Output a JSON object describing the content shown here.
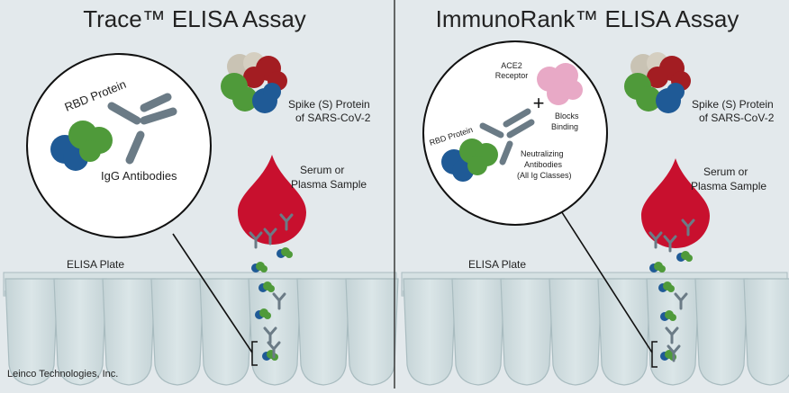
{
  "left_panel": {
    "title": "Trace™ ELISA Assay",
    "inset": {
      "protein_label": "RBD Protein",
      "antibody_label": "IgG Antibodies"
    },
    "spike_label_line1": "Spike (S) Protein",
    "spike_label_line2": "of SARS-CoV-2",
    "sample_label_line1": "Serum or",
    "sample_label_line2": "Plasma Sample",
    "plate_label": "ELISA Plate"
  },
  "right_panel": {
    "title": "ImmunoRank™ ELISA Assay",
    "inset": {
      "receptor_label_line1": "ACE2",
      "receptor_label_line2": "Receptor",
      "blocks_label_line1": "Blocks",
      "blocks_label_line2": "Binding",
      "protein_label": "RBD Protein",
      "antibody_label_line1": "Neutralizing",
      "antibody_label_line2": "Antibodies",
      "antibody_label_line3": "(All Ig Classes)"
    },
    "spike_label_line1": "Spike (S) Protein",
    "spike_label_line2": "of SARS-CoV-2",
    "sample_label_line1": "Serum or",
    "sample_label_line2": "Plasma Sample",
    "plate_label": "ELISA Plate"
  },
  "credit": "Leinco Technologies, Inc.",
  "colors": {
    "background": "#e3e9ec",
    "divider": "#3a3a3a",
    "well": "#cfdcdf",
    "well_stroke": "#a9bcc0",
    "blood": "#c8102e",
    "antibody": "#6b7b86",
    "protein_green": "#4f9a3a",
    "protein_blue": "#1f5a96",
    "protein_red": "#a31d22",
    "protein_beige": "#c9c3b4",
    "ace2_pink": "#e8a9c6"
  }
}
